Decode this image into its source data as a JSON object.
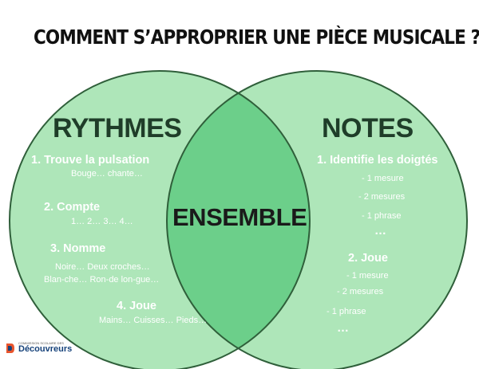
{
  "title": "COMMENT S’APPROPRIER UNE PIÈCE MUSICALE ?",
  "colors": {
    "circle_fill": "#aee6b9",
    "overlap_fill": "#6ccf8a",
    "circle_stroke": "#2f5f3a",
    "heading_text": "#1f3d29"
  },
  "left": {
    "heading": "RYTHMES",
    "steps": [
      {
        "label": "1. Trouve la pulsation",
        "details": [
          "Bouge… chante…"
        ]
      },
      {
        "label": "2. Compte",
        "details": [
          "1… 2… 3… 4…"
        ]
      },
      {
        "label": "3. Nomme",
        "details": [
          "Noire… Deux croches…",
          "Blan-che… Ron-de lon-gue…"
        ]
      },
      {
        "label": "4. Joue",
        "details": [
          "Mains… Cuisses… Pieds…"
        ]
      }
    ]
  },
  "right": {
    "heading": "NOTES",
    "sections": [
      {
        "label": "1. Identifie les doigtés",
        "items": [
          "1 mesure",
          "2 mesures",
          "1 phrase"
        ],
        "ellipsis": "…"
      },
      {
        "label": "2. Joue",
        "items": [
          "1 mesure",
          "2 mesures",
          "1 phrase"
        ],
        "ellipsis": "…"
      }
    ]
  },
  "center": {
    "label": "ENSEMBLE"
  },
  "logo": {
    "small_text": "COMMISSION SCOLAIRE DES",
    "brand": "Découvreurs"
  }
}
